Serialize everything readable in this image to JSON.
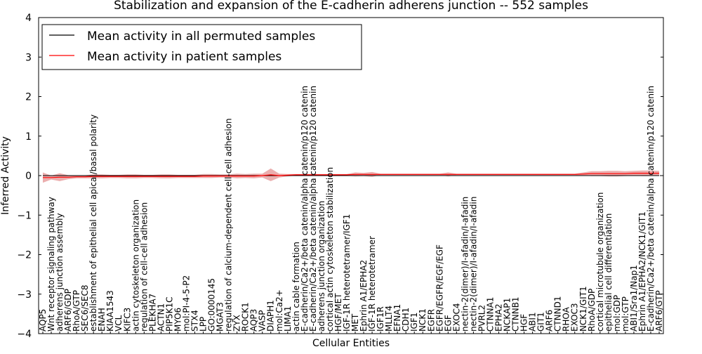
{
  "chart_data": {
    "type": "line",
    "title": "Stabilization and expansion of the E-cadherin adherens junction -- 552 samples",
    "xlabel": "Cellular Entities",
    "ylabel": "Inferred Activity",
    "ylim": [
      -4,
      4
    ],
    "yticks": [
      "−4",
      "−3",
      "−2",
      "−1",
      "0",
      "1",
      "2",
      "3",
      "4"
    ],
    "grid": false,
    "legend_position": "top-left",
    "colors": {
      "permuted": "#000000",
      "patient": "#ff0000",
      "band": "#e8a0a0",
      "zero_line": "#000000"
    },
    "categories": [
      "AQP5",
      "Wnt receptor signaling pathway",
      "adherens junction assembly",
      "ARF6/GDP",
      "RhoA/GTP",
      "SEC6/SEC8",
      "establishment of epithelial cell apical/basal polarity",
      "ENAH",
      "KIAA1543",
      "VCL",
      "KIFC3",
      "actin cytoskeleton organization",
      "regulation of cell-cell adhesion",
      "PLEKHA7",
      "ACTN1",
      "PIP5K1C",
      "MYO6",
      "mol:PI-4-5-P2",
      "STX4",
      "LPP",
      "GO:0000145",
      "MGAT3",
      "regulation of calcium-dependent cell-cell adhesion",
      "ZYX",
      "ROCK1",
      "AQP3",
      "VASP",
      "DIAPH1",
      "mol:Ca2+",
      "LIMA1",
      "actin cable formation",
      "E-cadherin/Ca2+/beta catenin/alpha catenin/p120 catenin",
      "E-cadherin/Ca2+/beta catenin/alpha catenin/p120 catenin",
      "adherens junction organization",
      "cortical actin cytoskeleton stabilization",
      "HGF/MET",
      "IGF-1R heterotetramer/IGF1",
      "MET",
      "Ephrin A1/EPHA2",
      "IGF-1R heterotetramer",
      "IGF1R",
      "MLLT4",
      "EFNA1",
      "CDH1",
      "IGF1",
      "NCK1",
      "EGFR",
      "EGFR/EGFR/EGF/EGF",
      "EGF",
      "EXOC4",
      "nectin-2(dimer)/I-afadin/I-afadin",
      "nectin-2(dimer)/I-afadin/I-afadin",
      "PVRL2",
      "CTNNA1",
      "EPHA2",
      "NCKAP1",
      "CTNNB1",
      "HGF",
      "ABI1",
      "GIT1",
      "ARF6",
      "CTNND1",
      "RHOA",
      "EXOC3",
      "NCK1/GIT1",
      "RhoA/GDP",
      "cortical microtubule organization",
      "epithelial cell differentiation",
      "mol:GDP",
      "mol:GTP",
      "ABI1/Sra1/Nap1",
      "Ephrin A1/EPHA2/NCK1/GIT1",
      "E-cadherin/Ca2+/beta catenin/alpha catenin/p120 catenin",
      "ARF6/GTP"
    ],
    "series": [
      {
        "name": "Mean activity in all permuted samples",
        "color": "#000000",
        "values": [
          0,
          0,
          0,
          0,
          0,
          0,
          0,
          0,
          0,
          0,
          0,
          0,
          0,
          0,
          0,
          0,
          0,
          0,
          0,
          0,
          0,
          0,
          0,
          0,
          0,
          0,
          0,
          0,
          0,
          0,
          0,
          0,
          0,
          0,
          0,
          0,
          0,
          0,
          0,
          0,
          0,
          0,
          0,
          0,
          0,
          0,
          0,
          0,
          0,
          0,
          0,
          0,
          0,
          0,
          0,
          0,
          0,
          0,
          0,
          0,
          0,
          0,
          0,
          0,
          0,
          0,
          0,
          0,
          0,
          0,
          0,
          0,
          0,
          0
        ]
      },
      {
        "name": "Mean activity in patient samples",
        "color": "#ff0000",
        "values": [
          -0.05,
          -0.05,
          -0.04,
          -0.04,
          -0.03,
          -0.03,
          -0.02,
          -0.02,
          -0.02,
          -0.02,
          -0.02,
          -0.02,
          -0.02,
          -0.02,
          -0.02,
          -0.02,
          -0.02,
          -0.02,
          -0.02,
          -0.01,
          -0.01,
          -0.01,
          -0.01,
          -0.01,
          -0.01,
          -0.01,
          0.0,
          0.02,
          0.0,
          0.01,
          0.02,
          0.02,
          0.02,
          0.02,
          0.02,
          0.02,
          0.02,
          0.03,
          0.03,
          0.03,
          0.03,
          0.03,
          0.03,
          0.03,
          0.03,
          0.03,
          0.03,
          0.03,
          0.03,
          0.03,
          0.03,
          0.03,
          0.03,
          0.03,
          0.03,
          0.03,
          0.03,
          0.03,
          0.03,
          0.03,
          0.03,
          0.03,
          0.03,
          0.03,
          0.04,
          0.05,
          0.05,
          0.05,
          0.05,
          0.05,
          0.06,
          0.06,
          0.06,
          0.06
        ]
      }
    ],
    "band_halfwidth": [
      0.13,
      0.05,
      0.1,
      0.05,
      0.04,
      0.04,
      0.05,
      0.05,
      0.04,
      0.04,
      0.05,
      0.05,
      0.04,
      0.04,
      0.05,
      0.05,
      0.04,
      0.04,
      0.04,
      0.05,
      0.05,
      0.04,
      0.04,
      0.06,
      0.05,
      0.06,
      0.05,
      0.16,
      0.05,
      0.03,
      0.02,
      0.02,
      0.02,
      0.02,
      0.02,
      0.02,
      0.02,
      0.05,
      0.04,
      0.06,
      0.02,
      0.02,
      0.02,
      0.02,
      0.02,
      0.02,
      0.02,
      0.02,
      0.05,
      0.02,
      0.02,
      0.02,
      0.02,
      0.02,
      0.02,
      0.02,
      0.02,
      0.02,
      0.02,
      0.02,
      0.02,
      0.02,
      0.02,
      0.02,
      0.04,
      0.06,
      0.06,
      0.07,
      0.07,
      0.06,
      0.06,
      0.07,
      0.07,
      0.06
    ]
  }
}
